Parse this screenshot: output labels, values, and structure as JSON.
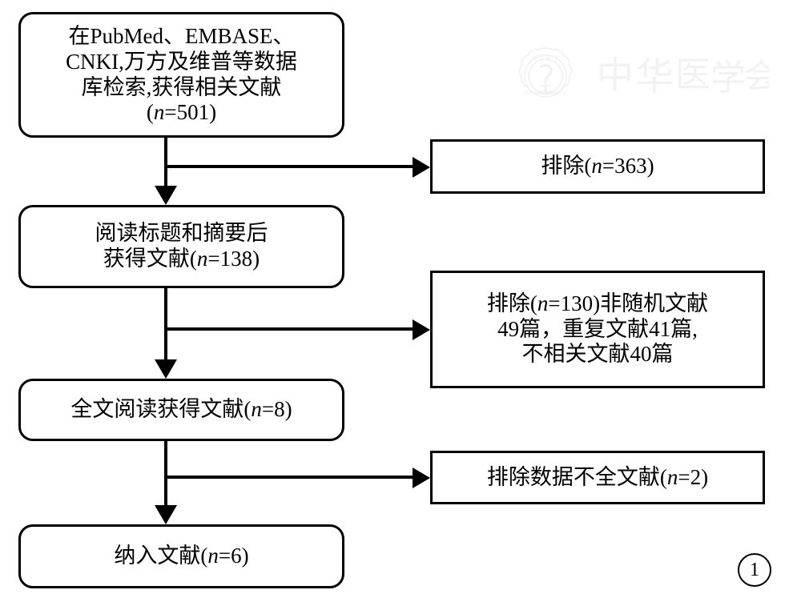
{
  "figure": {
    "type": "prisma-literature-selection-flowchart",
    "number_label": "1",
    "watermark_text": "中华医学会",
    "watermark_seal_name": "seal-logo"
  },
  "boxes": {
    "search": {
      "id": "box-search",
      "shape": "rounded-rectangle",
      "text": "在PubMed、EMBASE、\nCNKI,万方及维普等数据\n库检索,获得相关文献\n(n=501)",
      "n_label": "n",
      "n_value": 501
    },
    "title_abstract": {
      "id": "box-title",
      "shape": "rounded-rectangle",
      "text": "阅读标题和摘要后\n获得文献(n=138)",
      "n_label": "n",
      "n_value": 138
    },
    "fulltext": {
      "id": "box-full",
      "shape": "rounded-rectangle",
      "text": "全文阅读获得文献(n=8)",
      "n_label": "n",
      "n_value": 8
    },
    "included": {
      "id": "box-incl",
      "shape": "rounded-rectangle",
      "text": "纳入文献(n=6)",
      "n_label": "n",
      "n_value": 6
    },
    "excluded_1": {
      "id": "box-ex1",
      "shape": "rectangle",
      "text": "排除(n=363)",
      "n_label": "n",
      "n_value": 363
    },
    "excluded_2": {
      "id": "box-ex2",
      "shape": "rectangle",
      "text": "排除(n=130)非随机文献\n49篇，重复文献41篇,\n不相关文献40篇",
      "n_label": "n",
      "n_value": 130,
      "breakdown": [
        {
          "reason": "非随机文献",
          "count": 49,
          "unit": "篇"
        },
        {
          "reason": "重复文献",
          "count": 41,
          "unit": "篇"
        },
        {
          "reason": "不相关文献",
          "count": 40,
          "unit": "篇"
        }
      ]
    },
    "excluded_3": {
      "id": "box-ex3",
      "shape": "rectangle",
      "text": "排除数据不全文献(n=2)",
      "n_label": "n",
      "n_value": 2
    }
  },
  "flow": {
    "steps": [
      {
        "from": "search",
        "to": "title_abstract",
        "excluded_to": "excluded_1"
      },
      {
        "from": "title_abstract",
        "to": "fulltext",
        "excluded_to": "excluded_2"
      },
      {
        "from": "fulltext",
        "to": "included",
        "excluded_to": "excluded_3"
      }
    ]
  },
  "colors": {
    "stroke": "#000000",
    "background": "#ffffff",
    "watermark": "#f2f2f2"
  }
}
